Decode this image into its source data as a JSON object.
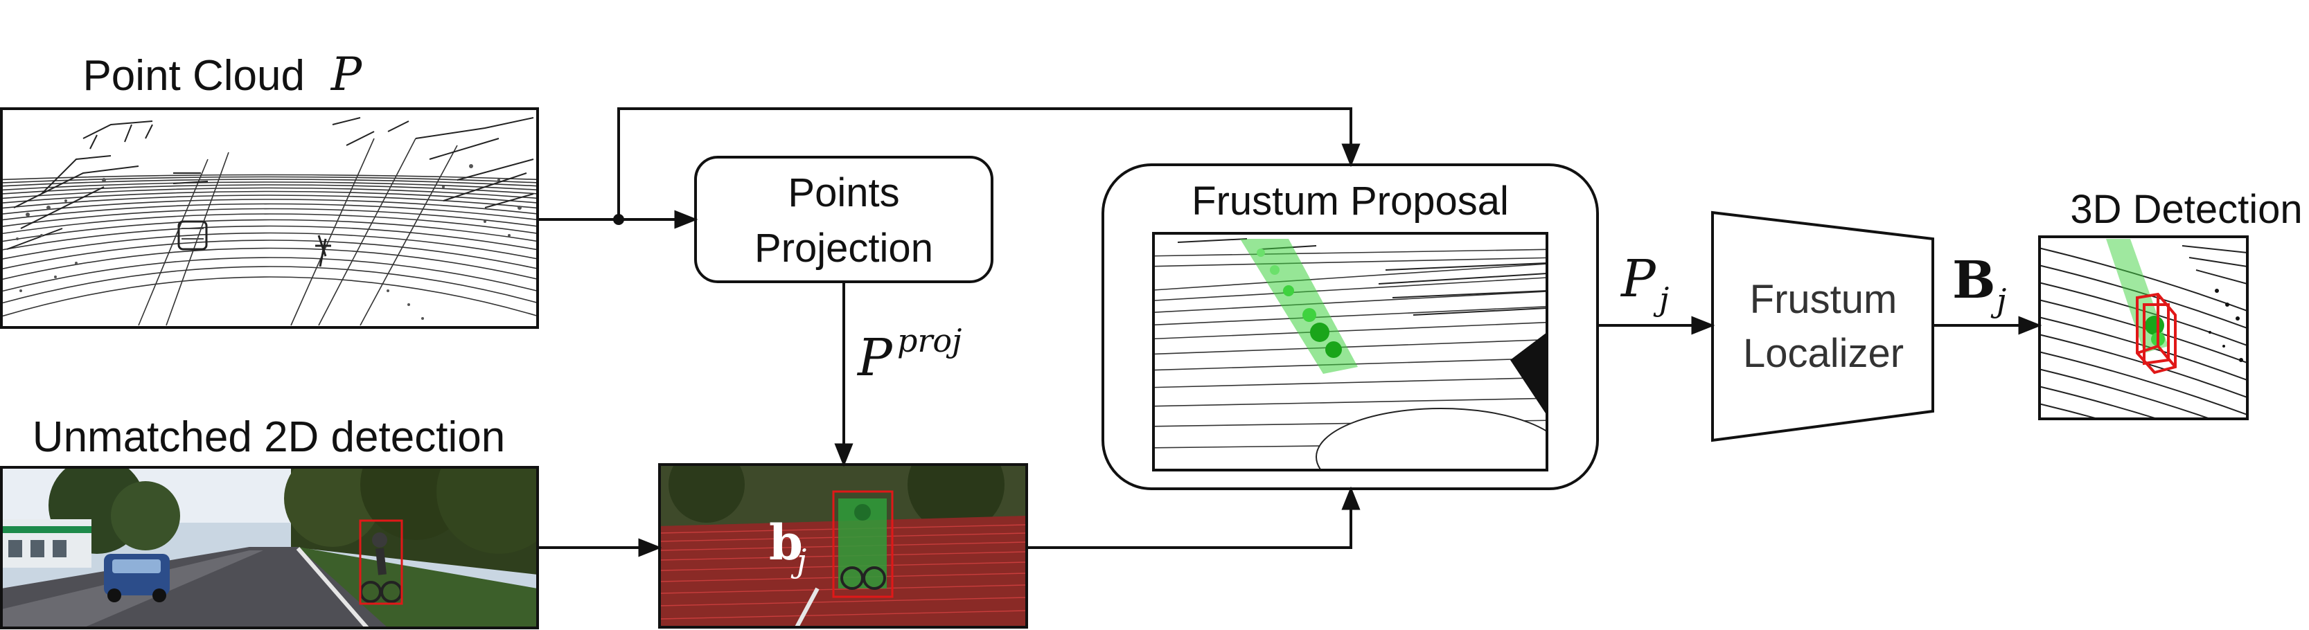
{
  "labels": {
    "point_cloud": "Point Cloud",
    "point_cloud_symbol": "P",
    "points_projection_line1": "Points",
    "points_projection_line2": "Projection",
    "projection_symbol": "P",
    "projection_superscript": "proj",
    "unmatched_2d": "Unmatched 2D detection",
    "box_symbol": "b",
    "box_subscript": "j",
    "frustum_proposal": "Frustum Proposal",
    "frustum_points_symbol": "P",
    "frustum_points_subscript": "j",
    "frustum_localizer_line1": "Frustum",
    "frustum_localizer_line2": "Localizer",
    "bbox3d_symbol": "B",
    "bbox3d_subscript": "j",
    "detection_3d": "3D Detection"
  },
  "colors": {
    "stroke": "#111111",
    "lidar_green": "#3fd23f",
    "bbox_red": "#e01818",
    "road_red": "#8a2a26"
  }
}
